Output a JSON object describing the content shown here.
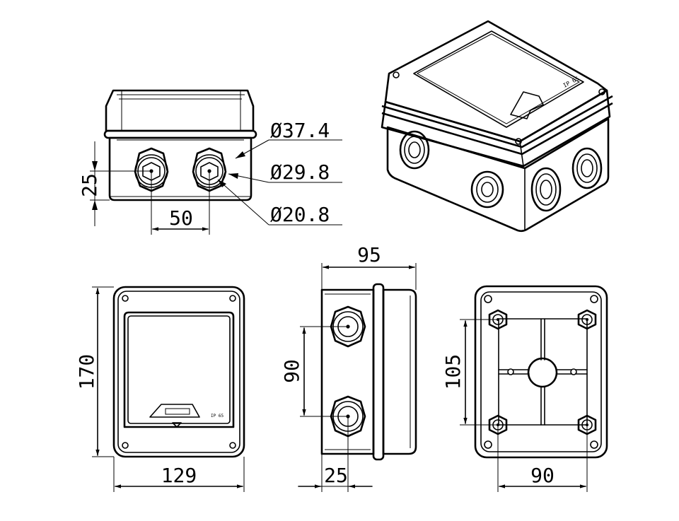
{
  "dimensions": {
    "front_height_25": "25",
    "front_spacing_50": "50",
    "dia_37": "Ø37.4",
    "dia_29": "Ø29.8",
    "dia_20": "Ø20.8",
    "top_height": "170",
    "top_width": "129",
    "side_width": "95",
    "side_spacing": "90",
    "side_offset": "25",
    "bottom_height": "105",
    "bottom_width": "90"
  },
  "marking": {
    "ip_mark": "IP 65"
  }
}
